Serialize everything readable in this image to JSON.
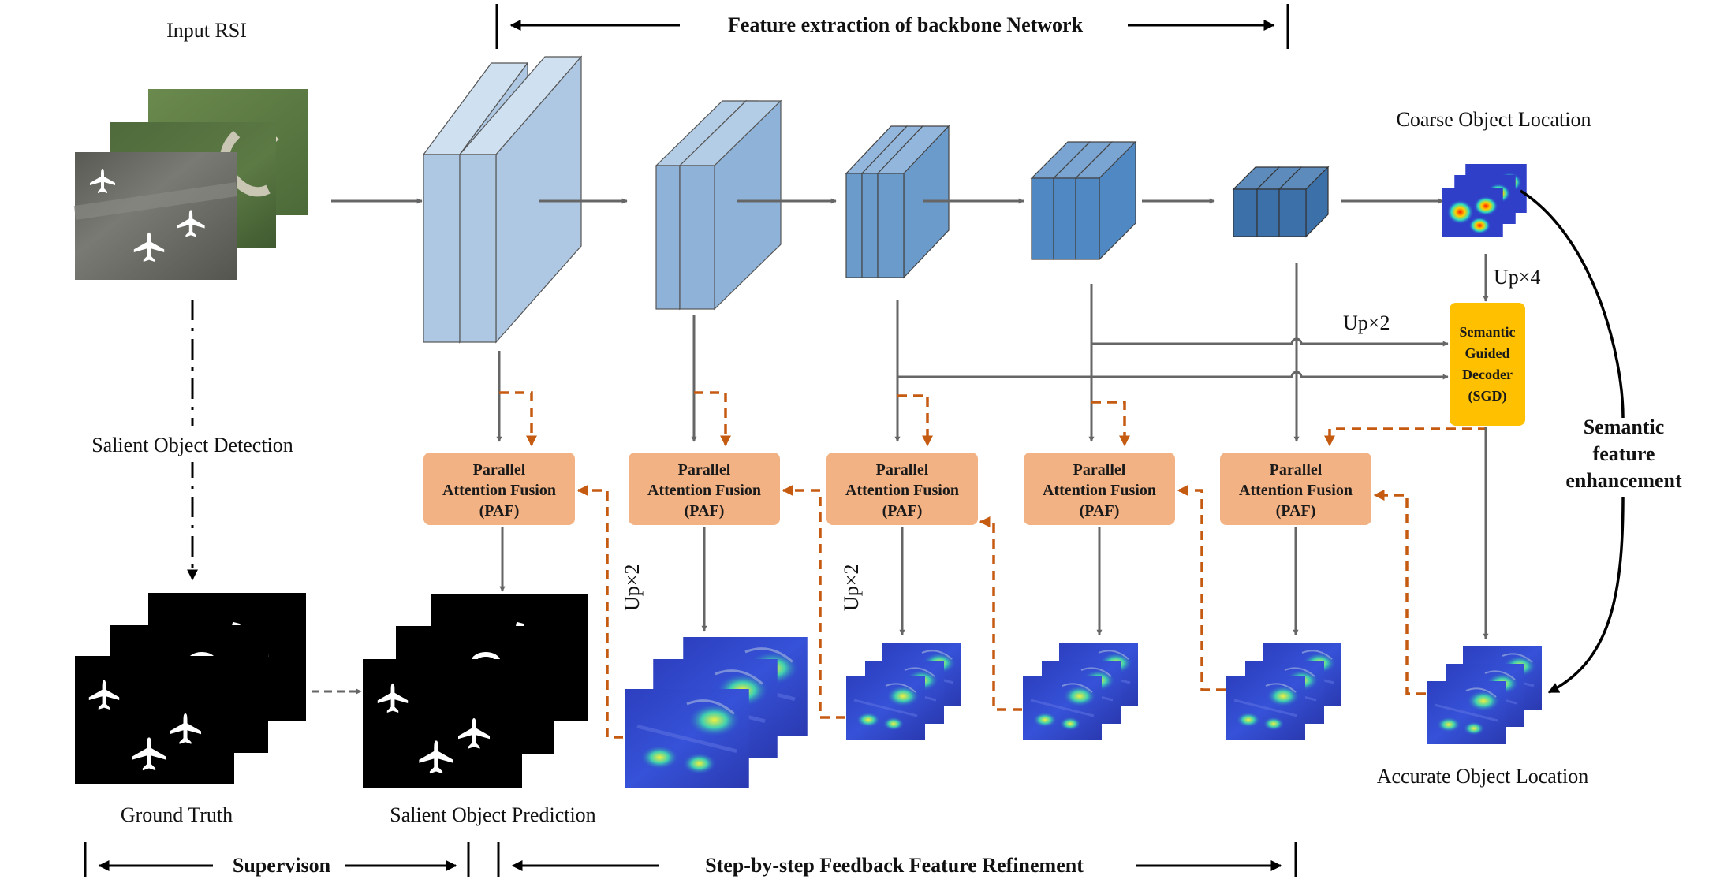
{
  "labels": {
    "input_rsi": "Input RSI",
    "backbone": "Feature extraction of backbone Network",
    "coarse": "Coarse Object Location",
    "accurate": "Accurate Object Location",
    "sod": "Salient Object Detection",
    "semantic_line1": "Semantic",
    "semantic_line2": "feature",
    "semantic_line3": "enhancement",
    "ground_truth": "Ground Truth",
    "prediction": "Salient Object Prediction",
    "supervision": "Supervison",
    "refinement": "Step-by-step Feedback Feature Refinement",
    "up4": "Up×4",
    "up2_top": "Up×2",
    "up2_a": "Up×2",
    "up2_b": "Up×2"
  },
  "paf": {
    "line1": "Parallel",
    "line2": "Attention Fusion",
    "line3": "(PAF)"
  },
  "sgd": {
    "line1": "Semantic",
    "line2": "Guided",
    "line3": "Decoder",
    "line4": "(SGD)"
  },
  "colors": {
    "backbone_1": "#aec8e3",
    "backbone_2": "#8fb2d8",
    "backbone_3": "#6b9bcb",
    "backbone_4": "#4f88c3",
    "backbone_5": "#3b70a8",
    "paf_fill": "#f3b283",
    "sgd_fill": "#ffc000",
    "feedback": "#c55a11",
    "arrow": "#666666"
  },
  "icons": [
    "airplane-icon",
    "heatmap-icon"
  ]
}
